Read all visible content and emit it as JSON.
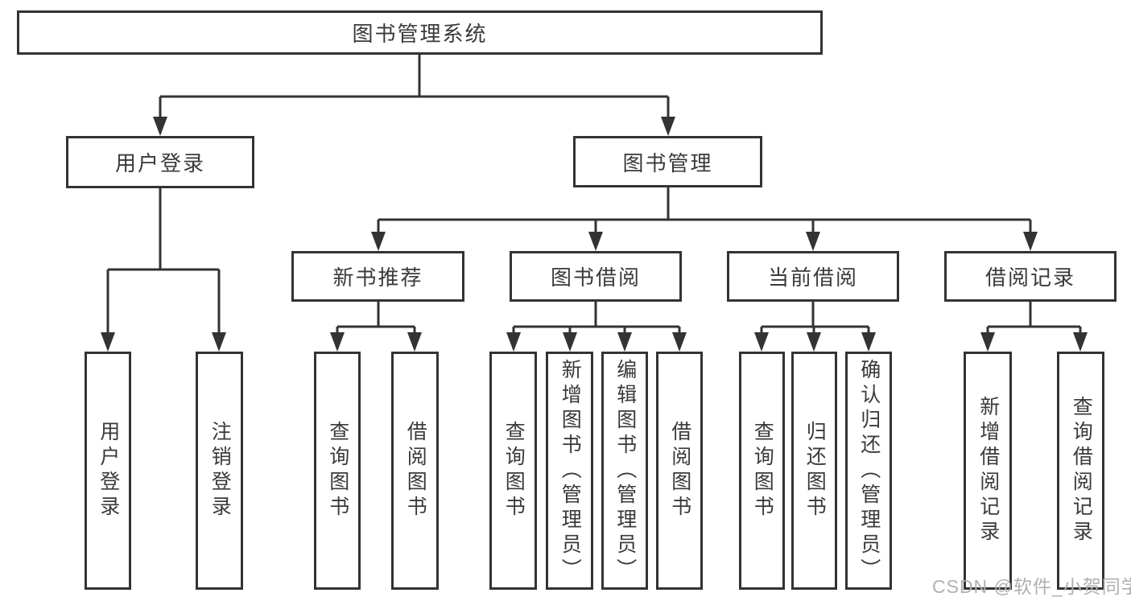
{
  "diagram": {
    "root": {
      "label": "图书管理系统"
    },
    "branches": [
      {
        "label": "用户登录",
        "children": [
          {
            "label": "用户登录"
          },
          {
            "label": "注销登录"
          }
        ]
      },
      {
        "label": "图书管理",
        "children": [
          {
            "label": "新书推荐",
            "children": [
              {
                "label": "查询图书"
              },
              {
                "label": "借阅图书"
              }
            ]
          },
          {
            "label": "图书借阅",
            "children": [
              {
                "label": "查询图书"
              },
              {
                "label": "新增图书（管理员）"
              },
              {
                "label": "编辑图书（管理员）"
              },
              {
                "label": "借阅图书"
              }
            ]
          },
          {
            "label": "当前借阅",
            "children": [
              {
                "label": "查询图书"
              },
              {
                "label": "归还图书"
              },
              {
                "label": "确认归还（管理员）"
              }
            ]
          },
          {
            "label": "借阅记录",
            "children": [
              {
                "label": "新增借阅记录"
              },
              {
                "label": "查询借阅记录"
              }
            ]
          }
        ]
      }
    ]
  },
  "watermark": {
    "text": "CSDN @软件_小贺同学"
  },
  "colors": {
    "line": "#333333",
    "text": "#3a3a3a",
    "watermark": "#b0b0b0",
    "background": "#ffffff"
  }
}
